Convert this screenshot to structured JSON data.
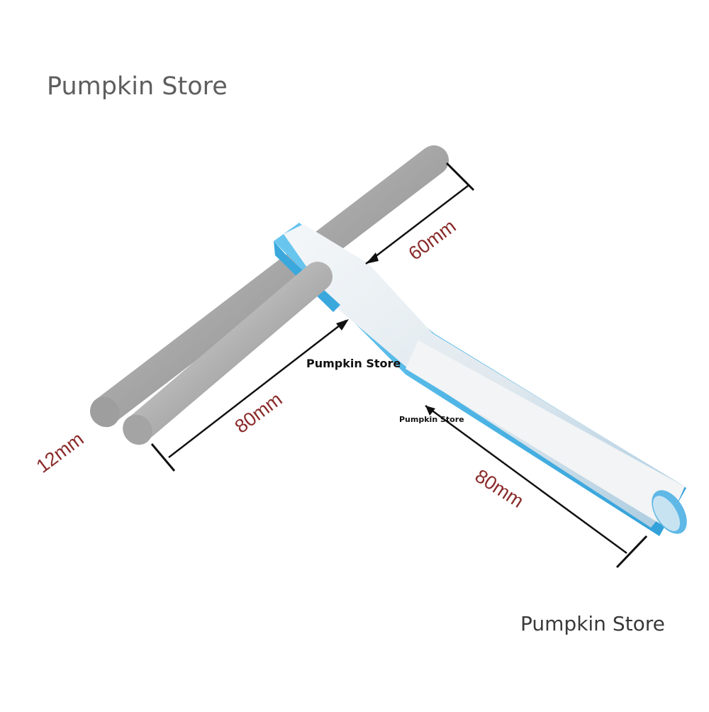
{
  "watermarks": {
    "top": "Pumpkin Store",
    "middle": "Pumpkin Store",
    "small": "Pumpkin Store",
    "bottom": "Pumpkin Store"
  },
  "dimensions": {
    "handle_length": "60mm",
    "pin_length": "80mm",
    "pin_diameter": "12mm",
    "blade_length": "80mm"
  },
  "colors": {
    "steel": "#b5b5b5",
    "blade_highlight": "#eef3f6",
    "blade_edge": "#49b6e8",
    "dimension_text": "#8a2a2a"
  }
}
